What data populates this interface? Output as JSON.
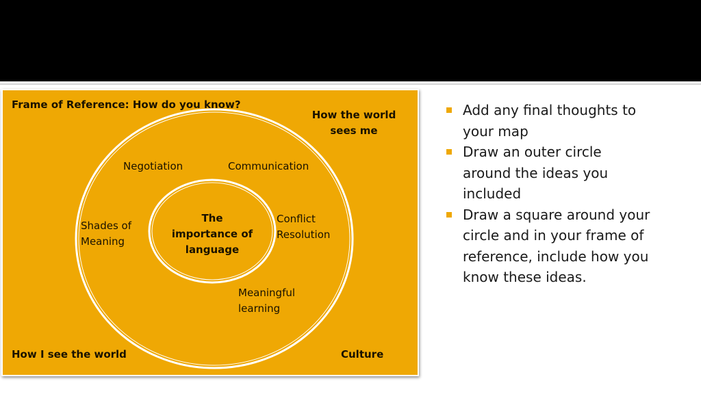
{
  "slide": {
    "title_bar_color": "#000000",
    "panel_color": "#EFA804",
    "accent_color": "#EFA804"
  },
  "diagram": {
    "frame_title": "Frame of Reference: How do you know?",
    "corner_labels": {
      "top_right_line1": "How the world",
      "top_right_line2": "sees me",
      "bottom_left": "How I see the world",
      "bottom_right": "Culture"
    },
    "center": {
      "line1": "The",
      "line2": "importance of",
      "line3": "language"
    },
    "ring_items": {
      "negotiation": "Negotiation",
      "communication": "Communication",
      "shades_line1": "Shades of",
      "shades_line2": "Meaning",
      "conflict_line1": "Conflict",
      "conflict_line2": "Resolution",
      "meaningful_line1": "Meaningful",
      "meaningful_line2": "learning"
    }
  },
  "instructions": [
    {
      "line1": "Add any final thoughts to",
      "line2": "your map"
    },
    {
      "line1": "Draw an outer circle",
      "line2": "around the ideas you",
      "line3": "included"
    },
    {
      "line1": "Draw a square around your",
      "line2": "circle and in your frame of",
      "line3": "reference, include how you",
      "line4": "know these ideas."
    }
  ]
}
